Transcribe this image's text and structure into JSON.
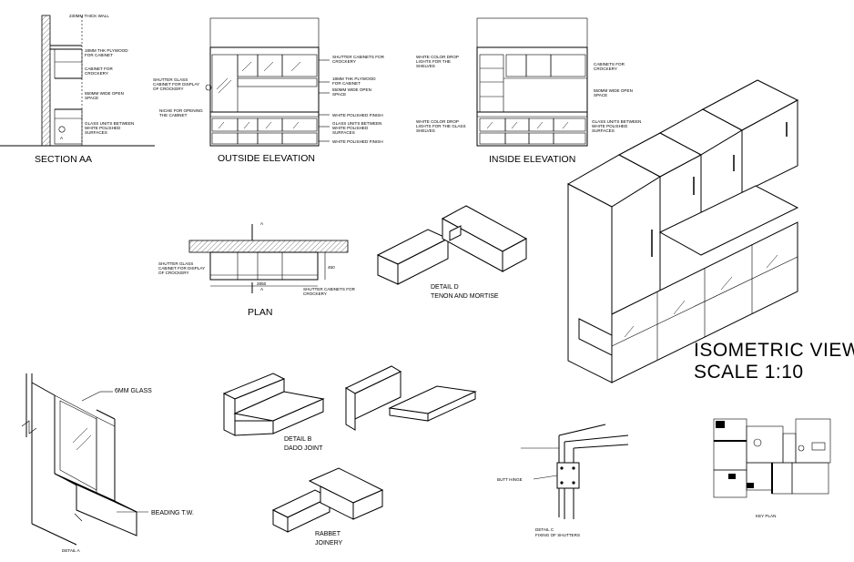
{
  "section_aa": {
    "title": "SECTION AA",
    "notes": {
      "wall": "230MM THICK WALL",
      "plywood_1": "18MM THK PLYWOOD",
      "plywood_2": "FOR CABINET",
      "cabinet_1": "CABINET FOR",
      "cabinet_2": "CROCKERY",
      "open_1": "550MM WIDE OPEN",
      "open_2": "SPACE",
      "glass_1": "GLASS UNITS BETWEEN",
      "glass_2": "WHITE POLISHED",
      "glass_3": "SURFACES"
    },
    "marker": "A"
  },
  "outside_elevation": {
    "title": "OUTSIDE ELEVATION",
    "notes": {
      "shutter_1": "SHUTTER GLASS",
      "shutter_2": "CABINET FOR DISPLAY",
      "shutter_3": "OF CROCKERY",
      "niche_1": "NICHE FOR OPENING",
      "niche_2": "THE CABINET",
      "sc_1": "SHUTTER CABINETS FOR",
      "sc_2": "CROCKERY",
      "ply_1": "18MM THK PLYWOOD",
      "ply_2": "FOR CABINET",
      "open_1": "550MM WIDE OPEN",
      "open_2": "SPACE",
      "white": "WHITE POLISHED FINISH",
      "glass_1": "GLASS UNITS BETWEEN",
      "glass_2": "WHITE POLISHED",
      "glass_3": "SURFACES",
      "white2": "WHITE POLISHED FINISH"
    }
  },
  "inside_elevation": {
    "title": "INSIDE ELEVATION",
    "notes": {
      "drop_1": "WHITE COLOR DROP",
      "drop_2": "LIGHTS FOR THE",
      "drop_3": "SHELVES",
      "cab_1": "CABINETS FOR",
      "cab_2": "CROCKERY",
      "open_1": "550MM WIDE OPEN",
      "open_2": "SPACE",
      "drop2_1": "WHITE COLOR DROP",
      "drop2_2": "LIGHTS FOR THE GLASS",
      "drop2_3": "SHELVES",
      "glass_1": "GLASS UNITS BETWEEN",
      "glass_2": "WHITE POLISHED",
      "glass_3": "SURFACES"
    }
  },
  "plan": {
    "title": "PLAN",
    "marker": "A",
    "notes": {
      "shutter_1": "SHUTTER GLASS",
      "shutter_2": "CABINET FOR DISPLAY",
      "shutter_3": "OF CROCKERY",
      "sc_1": "SHUTTER CABINETS FOR",
      "sc_2": "CROCKERY",
      "dim_len": "2850",
      "dim_depth": "450"
    }
  },
  "detail_d": {
    "title_1": "DETAIL D",
    "title_2": "TENON AND MORTISE"
  },
  "isometric": {
    "title_1": "ISOMETRIC  VIEW",
    "title_2": "SCALE  1:10"
  },
  "detail_a": {
    "title": "DETAIL A",
    "glass": "6MM GLASS",
    "beading": "BEADING T.W."
  },
  "detail_b": {
    "title_1": "DETAIL B",
    "title_2": "DADO JOINT"
  },
  "rabbet": {
    "title_1": "RABBET",
    "title_2": "JOINERY"
  },
  "detail_c": {
    "title_1": "DETAIL C",
    "title_2": "FIXING OF SHUTTERS",
    "hinge": "BUTT HINGE"
  },
  "key_plan": {
    "title": "KEY PLAN"
  }
}
